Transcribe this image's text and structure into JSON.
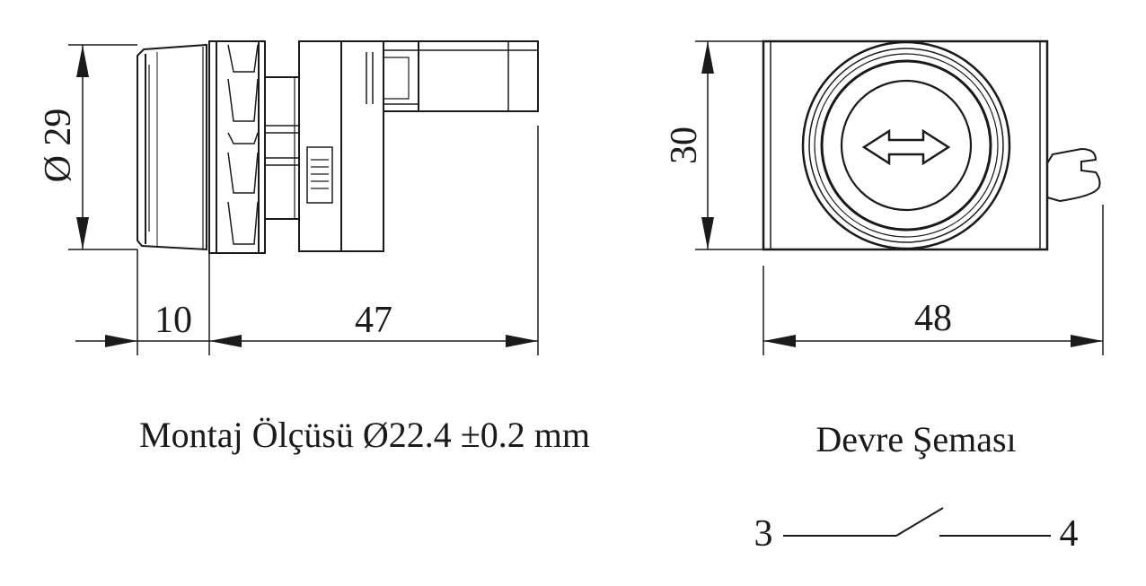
{
  "side_view": {
    "diameter_label": "Ø 29",
    "depth_front_label": "10",
    "depth_body_label": "47",
    "caption": "Montaj Ölçüsü Ø22.4 ±0.2 mm"
  },
  "front_view": {
    "height_label": "30",
    "width_label": "48",
    "caption": "Devre Şeması"
  },
  "circuit": {
    "terminal_left": "3",
    "terminal_right": "4"
  },
  "colors": {
    "line": "#1a1a1a",
    "background": "#ffffff"
  }
}
